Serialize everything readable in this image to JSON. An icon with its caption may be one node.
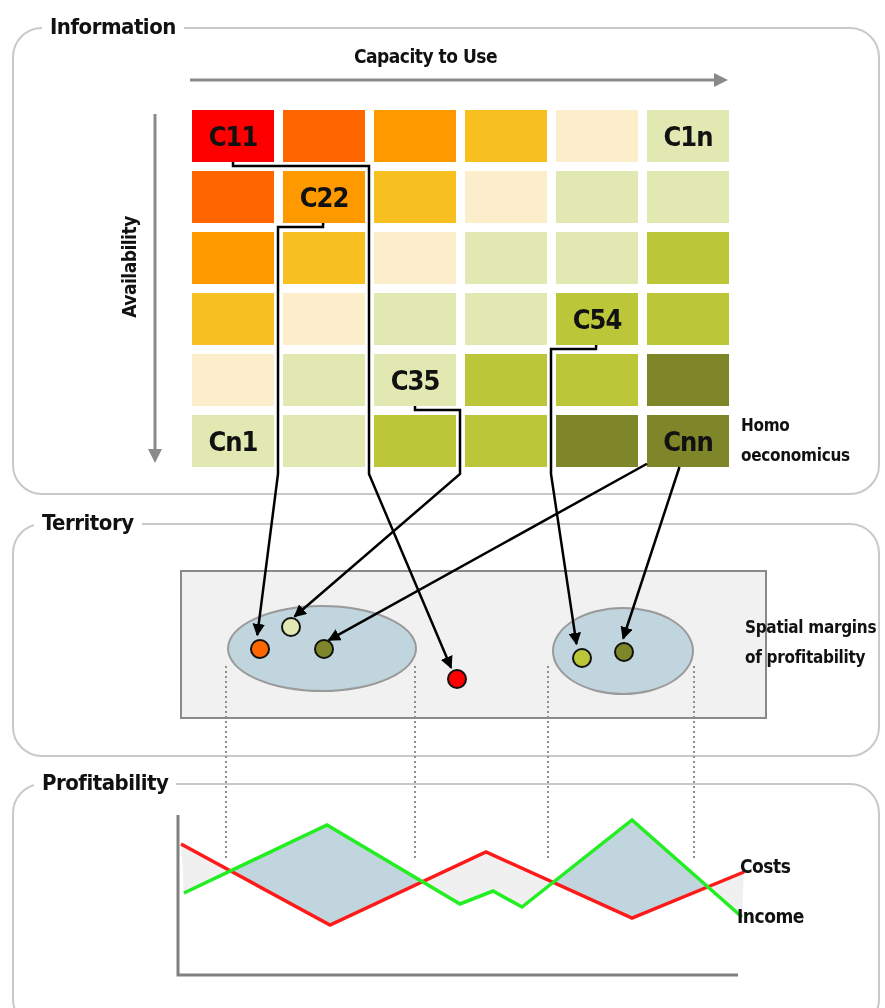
{
  "diagram": {
    "nodes": [
      {
        "text": [
          "Information"
        ]
      },
      {
        "text": [
          "C11"
        ],
        "in": 0
      },
      {
        "text": [],
        "shape": "box",
        "in": 0
      },
      {
        "text": [],
        "shape": "box",
        "in": 0
      },
      {
        "text": [],
        "shape": "box",
        "in": 0
      },
      {
        "text": [],
        "shape": "box",
        "in": 0
      },
      {
        "text": [
          "C1n"
        ],
        "in": 0
      },
      {
        "text": [],
        "shape": "box",
        "in": 0
      },
      {
        "text": [
          "C22"
        ],
        "in": 0
      },
      {
        "text": [],
        "shape": "box",
        "in": 0
      },
      {
        "text": [],
        "shape": "box",
        "in": 0
      },
      {
        "text": [],
        "shape": "box",
        "in": 0
      },
      {
        "text": [],
        "shape": "box",
        "in": 0
      },
      {
        "text": [],
        "shape": "box",
        "in": 0
      },
      {
        "text": [],
        "shape": "box",
        "in": 0
      },
      {
        "text": [],
        "shape": "box",
        "in": 0
      },
      {
        "text": [],
        "shape": "box",
        "in": 0
      },
      {
        "text": [],
        "shape": "box",
        "in": 0
      },
      {
        "text": [],
        "shape": "box",
        "in": 0
      },
      {
        "text": [],
        "shape": "box",
        "in": 0
      },
      {
        "text": [],
        "shape": "box",
        "in": 0
      },
      {
        "text": [],
        "shape": "box",
        "in": 0
      },
      {
        "text": [],
        "shape": "box",
        "in": 0
      },
      {
        "text": [
          "C54"
        ],
        "in": 0
      },
      {
        "text": [],
        "shape": "box",
        "in": 0
      },
      {
        "text": [],
        "shape": "box",
        "in": 0
      },
      {
        "text": [],
        "shape": "box",
        "in": 0
      },
      {
        "text": [
          "C35"
        ],
        "in": 0
      },
      {
        "text": [],
        "shape": "box",
        "in": 0
      },
      {
        "text": [],
        "shape": "box",
        "in": 0
      },
      {
        "text": [],
        "shape": "box",
        "in": 0
      },
      {
        "text": [
          "Cn1"
        ],
        "in": 0
      },
      {
        "text": [],
        "shape": "box",
        "in": 0
      },
      {
        "text": [],
        "shape": "box",
        "in": 0
      },
      {
        "text": [],
        "shape": "box",
        "in": 0
      },
      {
        "text": [],
        "shape": "box",
        "in": 0
      },
      {
        "text": [
          "Cnn"
        ],
        "in": 0,
        "beside": [
          "Homo oeconomicus"
        ]
      },
      {
        "text": [
          "Territory"
        ]
      },
      {
        "text": [],
        "shape": "box",
        "in": 37,
        "beside": [
          "Spatial margins of profitability"
        ]
      },
      {
        "text": [],
        "shape": "ellipse",
        "in": 38
      },
      {
        "text": [],
        "shape": "circle",
        "in": 39
      },
      {
        "text": [],
        "shape": "circle",
        "in": 39
      },
      {
        "text": [],
        "shape": "circle",
        "in": 39
      },
      {
        "text": [],
        "shape": "circle",
        "in": 38
      },
      {
        "text": [],
        "shape": "ellipse",
        "in": 38
      },
      {
        "text": [],
        "shape": "circle",
        "in": 44
      },
      {
        "text": [],
        "shape": "circle",
        "in": 44
      },
      {
        "text": [
          "Profitability"
        ]
      }
    ],
    "edges": [
      {
        "from": 1,
        "to": 43,
        "arrow": "to"
      },
      {
        "from": 8,
        "to": 40,
        "arrow": "to"
      },
      {
        "from": 27,
        "to": 41,
        "arrow": "to"
      },
      {
        "from": 36,
        "to": 42,
        "arrow": "to"
      },
      {
        "from": 23,
        "to": 45,
        "arrow": "to"
      },
      {
        "from": 36,
        "to": 46,
        "arrow": "to"
      }
    ],
    "labels": [
      "Capacity to Use",
      "Availability",
      "Costs",
      "Income"
    ]
  }
}
